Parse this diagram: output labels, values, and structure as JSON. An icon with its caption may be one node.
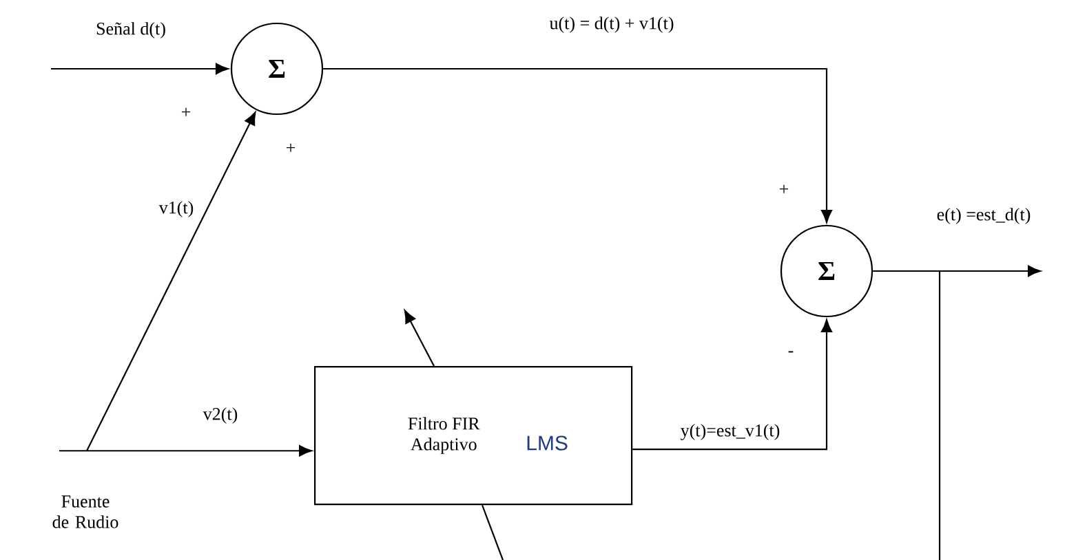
{
  "diagram": {
    "nodes": [
      {
        "text": [
          "Σ"
        ]
      },
      {
        "text": [
          "Σ"
        ]
      },
      {
        "text": [
          "Filtro FIR Adaptivo",
          "LMS"
        ]
      },
      {
        "text": [
          "Fuente de Rudio"
        ]
      }
    ],
    "edges": [
      {
        "from": null,
        "to": 0,
        "arrow": "to",
        "label": "Señal d(t)"
      },
      {
        "from": 0,
        "to": 1,
        "arrow": "to",
        "label": "u(t) = d(t) + v1(t)"
      },
      {
        "from": 3,
        "to": 0,
        "arrow": "to",
        "label": "v1(t)"
      },
      {
        "from": 3,
        "to": 2,
        "arrow": "to",
        "label": "v2(t)"
      },
      {
        "from": 2,
        "to": 1,
        "arrow": "to",
        "label": "y(t)=est_v1(t)"
      },
      {
        "from": 1,
        "to": null,
        "arrow": "to",
        "label": "e(t) =est_d(t)"
      },
      {
        "from": 1,
        "to": null,
        "arrow": "none"
      },
      {
        "from": null,
        "to": 2,
        "arrow": "none"
      }
    ],
    "labels": [
      "+",
      "+",
      "+",
      "-"
    ]
  }
}
